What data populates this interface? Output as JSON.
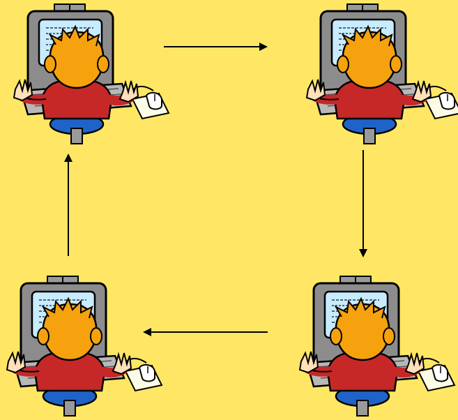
{
  "diagram": {
    "background": "#ffe765",
    "type": "ring",
    "icon": "person-at-computer-icon",
    "nodes": [
      {
        "id": "top-left"
      },
      {
        "id": "top-right"
      },
      {
        "id": "bottom-right"
      },
      {
        "id": "bottom-left"
      }
    ],
    "edges": [
      {
        "from": "top-left",
        "to": "top-right"
      },
      {
        "from": "top-right",
        "to": "bottom-right"
      },
      {
        "from": "bottom-right",
        "to": "bottom-left"
      },
      {
        "from": "bottom-left",
        "to": "top-left"
      }
    ],
    "colors": {
      "monitor": "#8c8c8c",
      "screen": "#c8ecff",
      "hair": "#f5a20e",
      "shirt": "#c62828",
      "chair": "#1f63c8",
      "arrow": "#000000"
    }
  }
}
